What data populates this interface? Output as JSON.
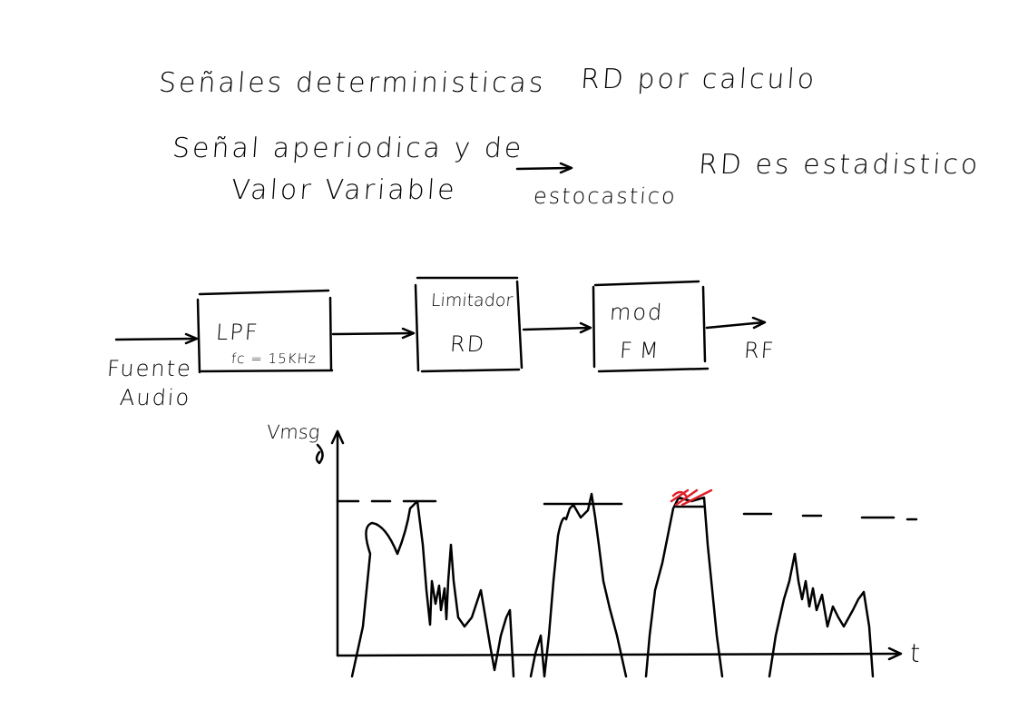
{
  "notes": {
    "line1_left": "Señales deterministicas",
    "line1_right": "RD por calculo",
    "line2_a": "Señal aperiodica y de",
    "line2_b": "Valor Variable",
    "line2_arrow_label": "estocastico",
    "line2_right": "RD es estadistico"
  },
  "block_diagram": {
    "input_label_1": "Fuente",
    "input_label_2": "Audio",
    "blocks": [
      {
        "title": "LPF",
        "subtitle": "fc = 15KHz"
      },
      {
        "title": "Limitador",
        "subtitle": "RD"
      },
      {
        "title": "mod",
        "subtitle": "FM"
      }
    ],
    "output_label": "RF"
  },
  "graph": {
    "y_label": "Vmsg",
    "x_label": "t",
    "ink_color": "#000000",
    "highlight_color": "#e0202a"
  }
}
